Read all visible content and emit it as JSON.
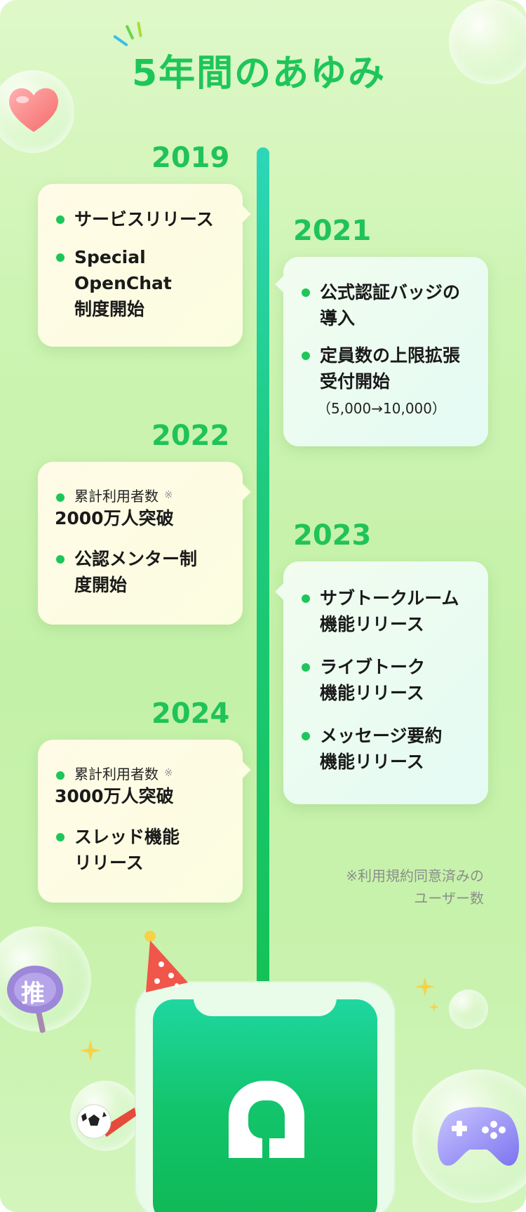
{
  "title": "5年間のあゆみ",
  "colors": {
    "accent": "#1ec65a",
    "card_left": "#fcfde3",
    "card_right": "#eafbf1"
  },
  "timeline": [
    {
      "year": "2019",
      "items": [
        {
          "text": "サービスリリース"
        },
        {
          "text": "Special\nOpenChat\n制度開始"
        }
      ]
    },
    {
      "year": "2021",
      "items": [
        {
          "text": "公式認証バッジの\n導入"
        },
        {
          "text": "定員数の上限拡張\n受付開始",
          "sub": "（5,000→10,000）"
        }
      ]
    },
    {
      "year": "2022",
      "items": [
        {
          "pre": "累計利用者数",
          "mark": "※",
          "text": "2000万人突破"
        },
        {
          "text": "公認メンター制\n度開始"
        }
      ]
    },
    {
      "year": "2023",
      "items": [
        {
          "text": "サブトークルーム\n機能リリース"
        },
        {
          "text": "ライブトーク\n機能リリース"
        },
        {
          "text": "メッセージ要約\n機能リリース"
        }
      ]
    },
    {
      "year": "2024",
      "items": [
        {
          "pre": "累計利用者数",
          "mark": "※",
          "text": "3000万人突破"
        },
        {
          "text": "スレッド機能\nリリース"
        }
      ]
    }
  ],
  "footnote": "※利用規約同意済みの\nユーザー数",
  "decorations": [
    "heart-icon",
    "fan-icon",
    "sparkle-icon",
    "soccer-ball-icon",
    "party-hat-icon",
    "game-controller-icon",
    "openchat-logo-icon"
  ],
  "fan_text": "推"
}
